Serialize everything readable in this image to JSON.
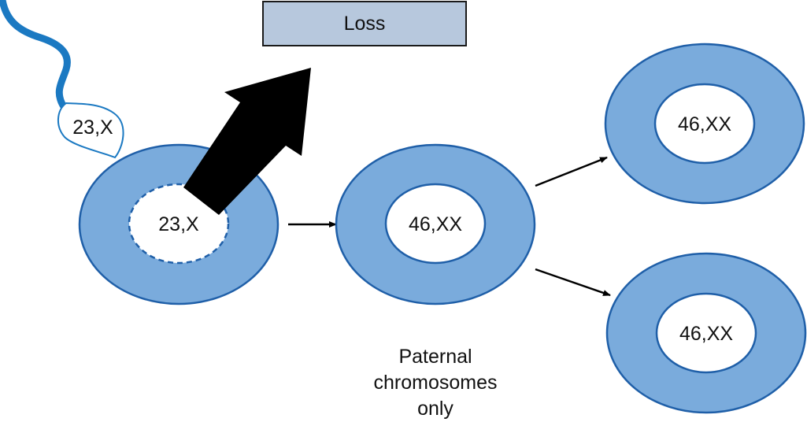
{
  "loss_box": {
    "label": "Loss"
  },
  "sperm": {
    "label": "23,X"
  },
  "egg": {
    "label": "23,X"
  },
  "zygote": {
    "label": "46,XX"
  },
  "daughter_cells": [
    {
      "label": "46,XX"
    },
    {
      "label": "46,XX"
    }
  ],
  "caption": {
    "lines": [
      "Paternal",
      "chromosomes",
      "only"
    ]
  },
  "colors": {
    "cell_fill": "#7aabdc",
    "cell_stroke": "#1f5fa8",
    "loss_box_fill": "#b7c8dd",
    "sperm_color": "#1b79c2",
    "arrow": "#000000"
  }
}
